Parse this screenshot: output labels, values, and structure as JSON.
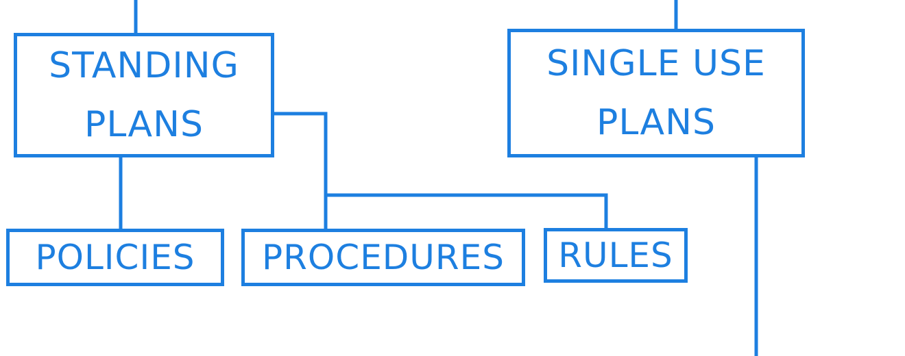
{
  "colors": {
    "diagram_blue": "#1d7fe0",
    "background": "#ffffff"
  },
  "nodes": {
    "standing_plans": "STANDING\nPLANS",
    "single_use_plans": "SINGLE USE\nPLANS",
    "policies": "POLICIES",
    "procedures": "PROCEDURES",
    "rules": "RULES"
  }
}
